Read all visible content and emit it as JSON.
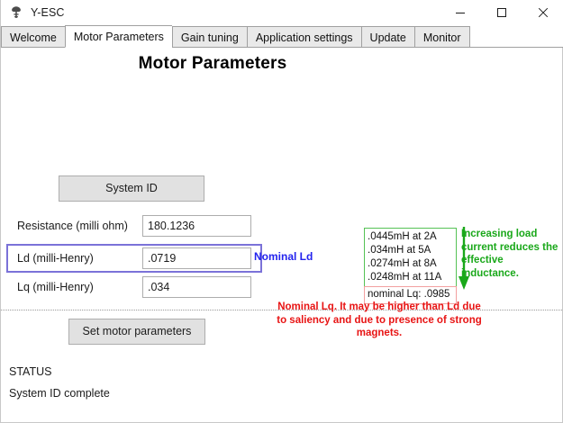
{
  "window": {
    "title": "Y-ESC",
    "icon": "app-tree-icon",
    "controls": [
      {
        "name": "minimize",
        "glyph": "minimize-icon"
      },
      {
        "name": "maximize",
        "glyph": "maximize-icon"
      },
      {
        "name": "close",
        "glyph": "close-icon"
      }
    ]
  },
  "tabs": [
    {
      "label": "Welcome",
      "selected": false
    },
    {
      "label": "Motor Parameters",
      "selected": true
    },
    {
      "label": "Gain tuning",
      "selected": false
    },
    {
      "label": "Application settings",
      "selected": false
    },
    {
      "label": "Update",
      "selected": false
    },
    {
      "label": "Monitor",
      "selected": false
    }
  ],
  "page": {
    "title": "Motor Parameters"
  },
  "buttons": {
    "system_id": "System ID",
    "set_motor_parameters": "Set motor parameters"
  },
  "form": {
    "resistance": {
      "label": "Resistance (milli ohm)",
      "value": "180.1236"
    },
    "ld": {
      "label": "Ld (milli-Henry)",
      "value": ".0719",
      "annotation": "Nominal Ld"
    },
    "lq": {
      "label": "Lq (milli-Henry)",
      "value": ".034"
    }
  },
  "inductance_table": {
    "rows": [
      ".0445mH at 2A",
      ".034mH at 5A",
      ".0274mH at 8A",
      ".0248mH at 11A"
    ],
    "nominal_lq": "nominal Lq: .0985"
  },
  "notes": {
    "inductance_note": "Increasing load current reduces the effective inductance.",
    "saliency_note": "Nominal Lq. It may be higher than Ld due to saliency and due to presence of strong magnets."
  },
  "status": {
    "heading": "STATUS",
    "message": "System ID complete"
  },
  "colors": {
    "accent_blue": "#2323ee",
    "note_green": "#1aa81a",
    "note_red": "#e81414",
    "highlight_border": "#7b72d8",
    "box_green_border": "#55c255",
    "box_red_border": "#f2a0a0"
  }
}
